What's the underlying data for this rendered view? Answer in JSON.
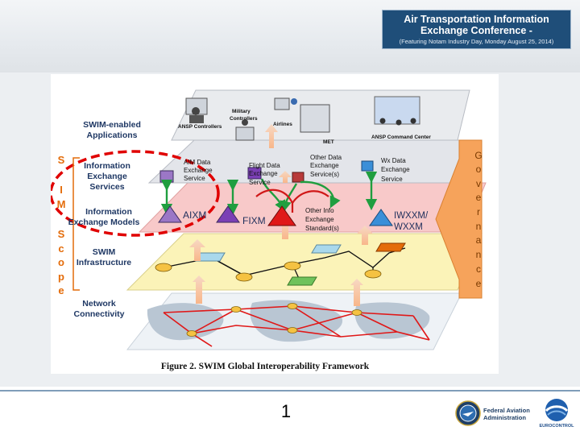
{
  "banner": {
    "title_line1": "Air Transportation Information",
    "title_line2": "Exchange Conference -",
    "subtitle": "(Featuring Notam Industry Day, Monday August 25, 2014)"
  },
  "figure": {
    "caption": "Figure 2. SWIM Global Interoperability Framework",
    "scope_letters": [
      "S",
      "I",
      "M",
      "S",
      "c",
      "o",
      "p",
      "e"
    ],
    "governance_letters": [
      "G",
      "o",
      "v",
      "e",
      "r",
      "n",
      "a",
      "n",
      "c",
      "e"
    ],
    "layers": {
      "applications": [
        "SWIM-enabled",
        "Applications"
      ],
      "services": [
        "Information",
        "Exchange",
        "Services"
      ],
      "models": [
        "Information",
        "Exchange Models"
      ],
      "infrastructure": [
        "SWIM",
        "Infrastructure"
      ],
      "network": [
        "Network",
        "Connectivity"
      ]
    },
    "application_users": {
      "military": [
        "Military",
        "Controllers"
      ],
      "airlines": "Airlines",
      "ansp_controllers": "ANSP Controllers",
      "met": "MET",
      "ansp_command": "ANSP Command Center"
    },
    "services": {
      "aim": [
        "AIM Data",
        "Exchange",
        "Service"
      ],
      "flight": [
        "Flight Data",
        "Exchange",
        "Service"
      ],
      "other": [
        "Other Data",
        "Exchange",
        "Service(s)"
      ],
      "wx": [
        "Wx Data",
        "Exchange",
        "Service"
      ]
    },
    "models": {
      "aixm": "AIXM",
      "fixm": "FIXM",
      "other": [
        "Other Info",
        "Exchange",
        "Standard(s)"
      ],
      "iwxxm": [
        "IWXXM/",
        "WXXM"
      ]
    }
  },
  "footer": {
    "page_number": "1",
    "faa": [
      "Federal Aviation",
      "Administration"
    ],
    "eurocontrol": "EUROCONTROL"
  },
  "colors": {
    "scope_text": "#e46c0a",
    "label_text": "#1f3864",
    "dashed_circle": "#e00000",
    "models_layer": "#f8c9c9",
    "infra_layer": "#fbf3b8",
    "governance": "#f6a35b"
  }
}
